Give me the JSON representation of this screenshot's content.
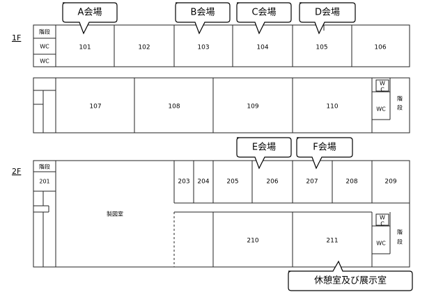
{
  "floors": {
    "f1": "1F",
    "f2": "2F"
  },
  "f1_rooms": {
    "r101": "101",
    "r102": "102",
    "r103": "103",
    "r104": "104",
    "r105": "105",
    "r106": "106",
    "r107": "107",
    "r108": "108",
    "r109": "109",
    "r110": "110"
  },
  "f2_rooms": {
    "r201": "201",
    "r203": "203",
    "r204": "204",
    "r205": "205",
    "r206": "206",
    "r207": "207",
    "r208": "208",
    "r209": "209",
    "r210": "210",
    "r211": "211",
    "drafting": "製図室"
  },
  "facilities": {
    "stairs": "階​段",
    "stairs_line1": "階",
    "stairs_line2": "段",
    "stairs_inline": "階段",
    "wc": "WC",
    "wc_w": "W",
    "wc_c": "C"
  },
  "callouts": {
    "a": "A会場",
    "b": "B会場",
    "c": "C会場",
    "d": "D会場",
    "e": "E会場",
    "f": "F会場",
    "lounge": "休憩室及び展示室"
  }
}
